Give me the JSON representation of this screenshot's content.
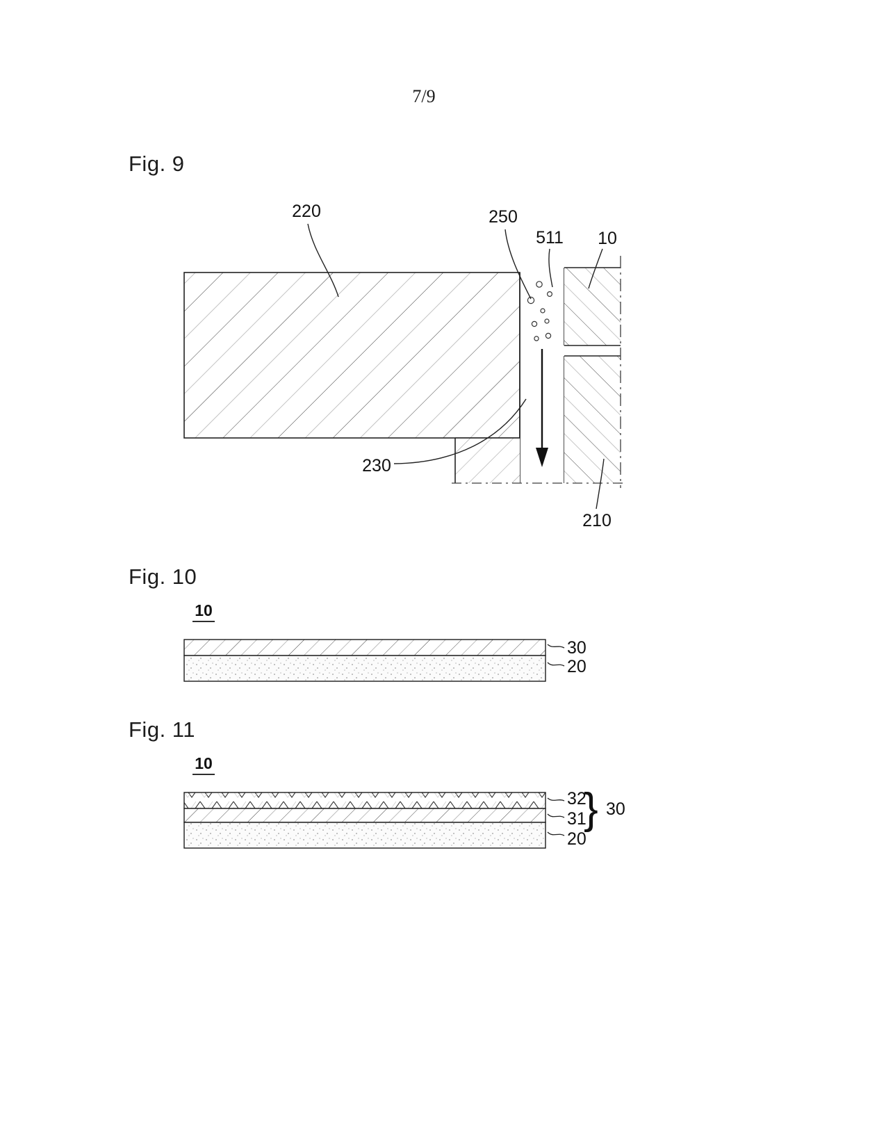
{
  "page": {
    "number": "7/9"
  },
  "figures": {
    "fig9": {
      "title": "Fig. 9",
      "labels": {
        "n220": "220",
        "n250": "250",
        "n511": "511",
        "n10": "10",
        "n230": "230",
        "n210": "210"
      }
    },
    "fig10": {
      "title": "Fig. 10",
      "labels": {
        "n10": "10",
        "n30": "30",
        "n20": "20"
      }
    },
    "fig11": {
      "title": "Fig. 11",
      "labels": {
        "n10": "10",
        "n32": "32",
        "n31": "31",
        "n30": "30",
        "n20": "20",
        "brace": "}"
      }
    }
  }
}
